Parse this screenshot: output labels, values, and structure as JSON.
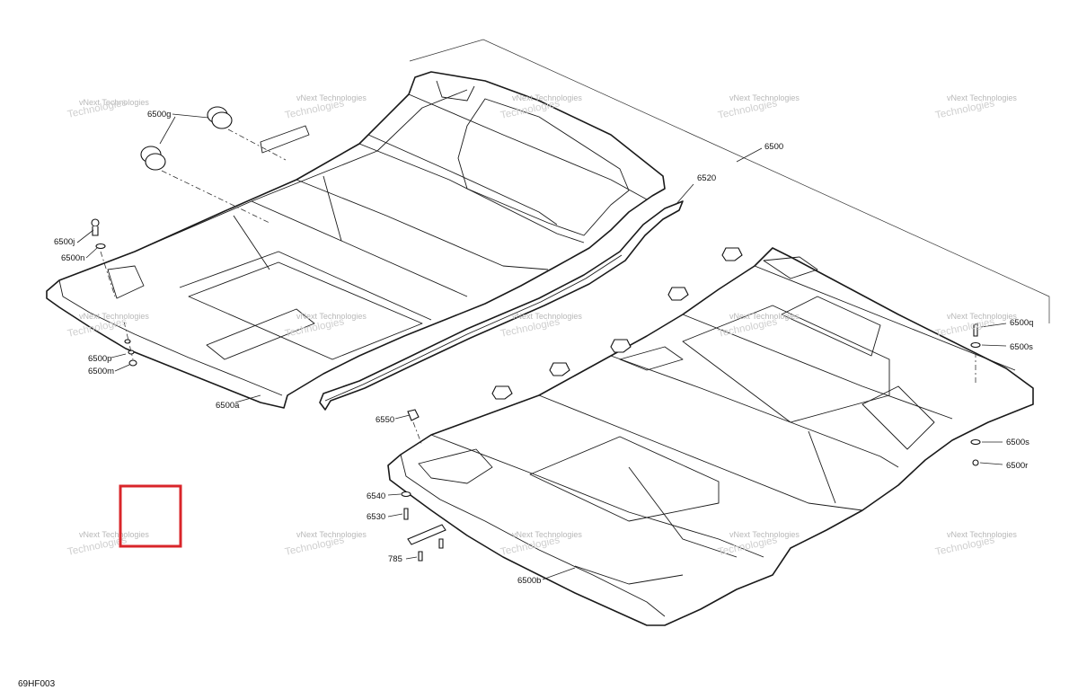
{
  "diagram": {
    "drawing_code": "69HF003",
    "watermark": {
      "line1": "vNext Technologies",
      "line2": "Technologies"
    },
    "callouts": {
      "c6500": "6500",
      "c6500a": "6500a",
      "c6500b": "6500b",
      "c6500g": "6500g",
      "c6500j": "6500j",
      "c6500n": "6500n",
      "c6500p": "6500p",
      "c6500m": "6500m",
      "c6500q": "6500q",
      "c6500s_top": "6500s",
      "c6500s_bottom": "6500s",
      "c6500r": "6500r",
      "c6520": "6520",
      "c6550": "6550",
      "c6540": "6540",
      "c6530": "6530",
      "c785": "785"
    },
    "highlight_color": "#d9252a"
  }
}
